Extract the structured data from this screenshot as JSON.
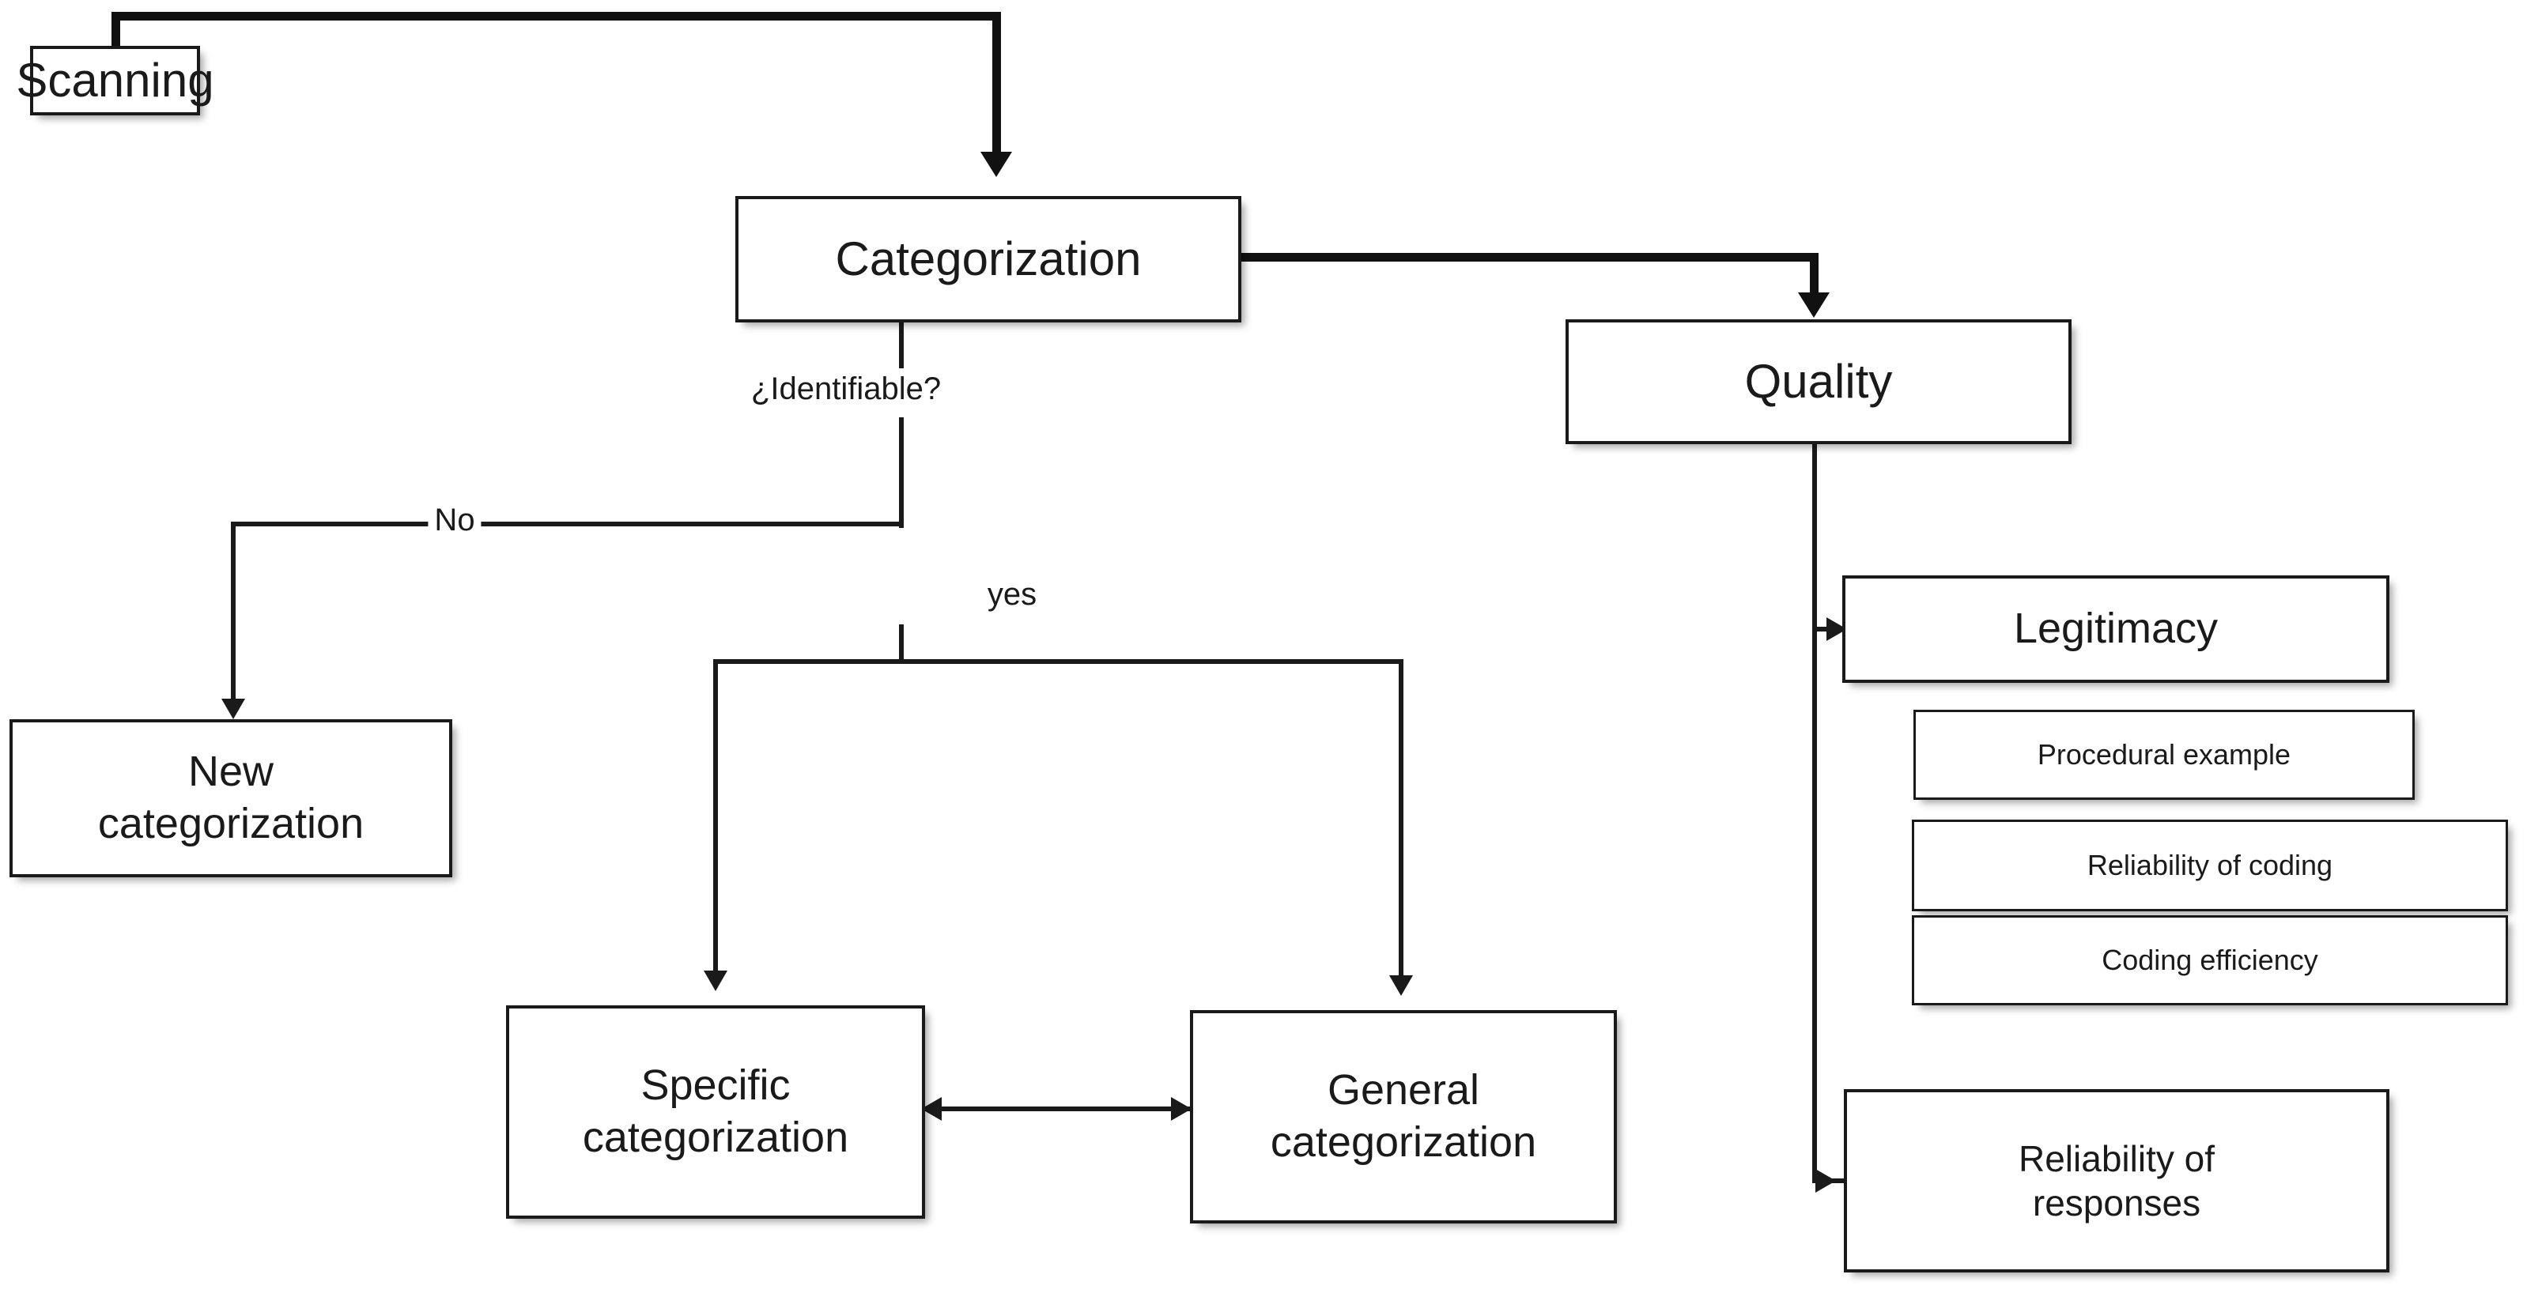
{
  "diagram": {
    "title": "Content analysis coding flowchart",
    "colors": {
      "stroke": "#1a1a1a",
      "background": "#ffffff",
      "box_fill": "#ffffff"
    },
    "nodes": {
      "scanning": {
        "label": "Scanning"
      },
      "categorization": {
        "label": "Categorization"
      },
      "quality": {
        "label": "Quality"
      },
      "new_categorization": {
        "label": "New\ncategorization",
        "line1": "New",
        "line2": "categorization"
      },
      "specific_categorization": {
        "label": "Specific\ncategorization",
        "line1": "Specific",
        "line2": "categorization"
      },
      "general_categorization": {
        "label": "General\ncategorization",
        "line1": "General",
        "line2": "categorization"
      },
      "legitimacy": {
        "label": "Legitimacy"
      },
      "procedural_example": {
        "label": "Procedural example"
      },
      "reliability_of_coding": {
        "label": "Reliability of coding"
      },
      "coding_efficiency": {
        "label": "Coding efficiency"
      },
      "reliability_of_responses": {
        "label": "Reliability of\nresponses",
        "line1": "Reliability of",
        "line2": "responses"
      }
    },
    "edge_labels": {
      "identifiable": "¿Identifiable?",
      "no": "No",
      "yes": "yes"
    },
    "edges": [
      {
        "from": "scanning",
        "to": "categorization",
        "label": ""
      },
      {
        "from": "categorization",
        "to": "quality",
        "label": ""
      },
      {
        "from": "categorization",
        "to": "new_categorization",
        "label": "No"
      },
      {
        "from": "categorization",
        "to": "specific_categorization",
        "label": "yes"
      },
      {
        "from": "categorization",
        "to": "general_categorization",
        "label": "yes"
      },
      {
        "from": "specific_categorization",
        "to": "general_categorization",
        "label": "",
        "bidirectional": true
      },
      {
        "from": "quality",
        "to": "legitimacy",
        "label": ""
      },
      {
        "from": "quality",
        "to": "reliability_of_responses",
        "label": ""
      }
    ]
  }
}
